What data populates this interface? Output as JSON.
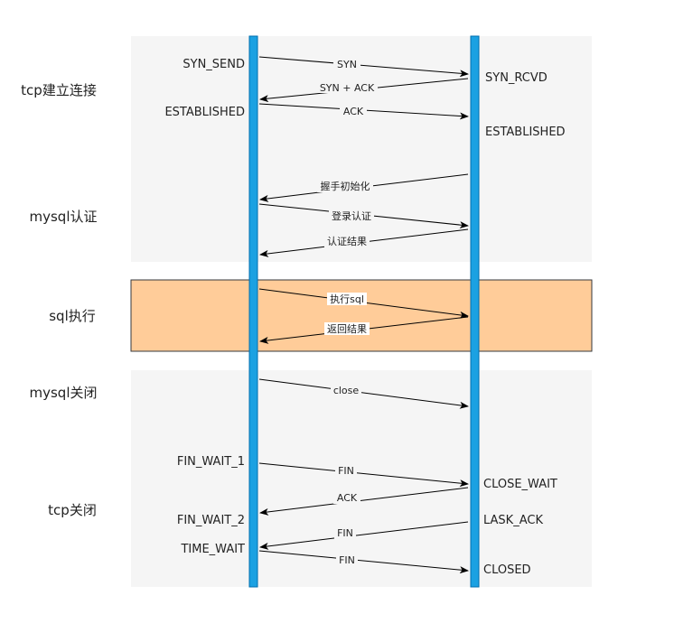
{
  "phases": [
    {
      "id": "tcp-connect",
      "label": "tcp建立连接",
      "fill": "#f5f5f5"
    },
    {
      "id": "mysql-auth",
      "label": "mysql认证",
      "fill": "#f5f5f5"
    },
    {
      "id": "sql-exec",
      "label": "sql执行",
      "fill": "#ffcc99"
    },
    {
      "id": "mysql-close",
      "label": "mysql关闭",
      "fill": "#f5f5f5"
    },
    {
      "id": "tcp-close",
      "label": "tcp关闭",
      "fill": "#f5f5f5"
    }
  ],
  "client_states": [
    "SYN_SEND",
    "ESTABLISHED",
    "FIN_WAIT_1",
    "FIN_WAIT_2",
    "TIME_WAIT"
  ],
  "server_states": [
    "SYN_RCVD",
    "ESTABLISHED",
    "CLOSE_WAIT",
    "LASK_ACK",
    "CLOSED"
  ],
  "messages": [
    {
      "label": "SYN",
      "direction": "client-to-server"
    },
    {
      "label": "SYN + ACK",
      "direction": "server-to-client"
    },
    {
      "label": "ACK",
      "direction": "client-to-server"
    },
    {
      "label": "握手初始化",
      "direction": "server-to-client"
    },
    {
      "label": "登录认证",
      "direction": "client-to-server"
    },
    {
      "label": "认证结果",
      "direction": "server-to-client"
    },
    {
      "label": "执行sql",
      "direction": "client-to-server"
    },
    {
      "label": "返回结果",
      "direction": "server-to-client"
    },
    {
      "label": "close",
      "direction": "client-to-server"
    },
    {
      "label": "FIN",
      "direction": "client-to-server"
    },
    {
      "label": "ACK",
      "direction": "server-to-client"
    },
    {
      "label": "FIN",
      "direction": "server-to-client"
    },
    {
      "label": "FIN",
      "direction": "client-to-server"
    }
  ],
  "colors": {
    "lifeline_fill": "#1ba1e2",
    "lifeline_stroke": "#006eaf",
    "arrow": "#000000",
    "panel_border": "#36393d"
  }
}
